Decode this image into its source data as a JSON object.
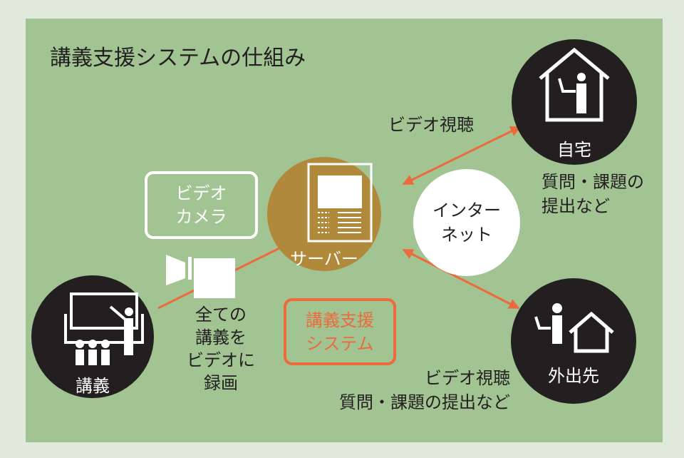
{
  "title": "講義支援システムの仕組み",
  "nodes": {
    "server": "サーバー",
    "internet": [
      "インター",
      "ネット"
    ],
    "home": "自宅",
    "outside": "外出先",
    "lecture": "講義"
  },
  "labels": {
    "video_camera": [
      "ビデオ",
      "カメラ"
    ],
    "system": [
      "講義支援",
      "システム"
    ],
    "record": [
      "全ての",
      "講義を",
      "ビデオに",
      "録画"
    ],
    "home_video": "ビデオ視聴",
    "home_submit": [
      "質問・課題の",
      "提出など"
    ],
    "outside_text": [
      "ビデオ視聴",
      "質問・課題の提出など"
    ]
  },
  "colors": {
    "background": "#dfe9dc",
    "panel": "#a2c493",
    "server": "#b08a3a",
    "dark": "#231f20",
    "accent": "#ec6a3c"
  }
}
